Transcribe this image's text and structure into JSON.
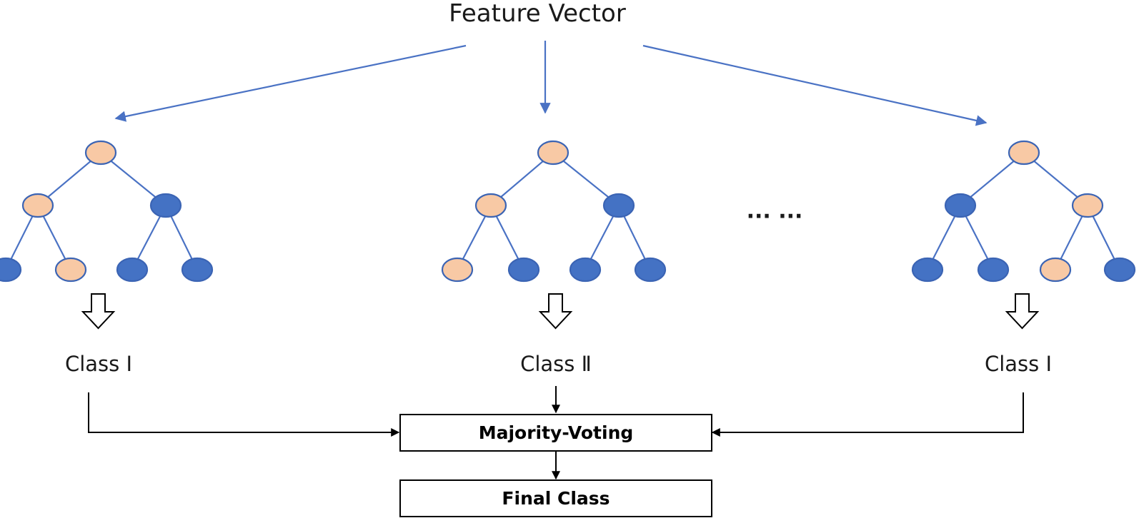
{
  "title": "Feature Vector",
  "colors": {
    "light_node": "#f8c9a5",
    "dark_node": "#4472c4",
    "node_stroke": "#3b64b4",
    "edge": "#4a72c4",
    "arrow": "#4a72c4",
    "box_border": "#000000"
  },
  "trees": [
    {
      "root": "light",
      "level1": [
        "light",
        "dark"
      ],
      "leaves": [
        "dark",
        "light",
        "dark",
        "dark"
      ],
      "class_label": "Class Ⅰ"
    },
    {
      "root": "light",
      "level1": [
        "light",
        "dark"
      ],
      "leaves": [
        "light",
        "dark",
        "dark",
        "dark"
      ],
      "class_label": "Class Ⅱ"
    },
    {
      "root": "light",
      "level1": [
        "dark",
        "light"
      ],
      "leaves": [
        "dark",
        "dark",
        "light",
        "dark"
      ],
      "class_label": "Class Ⅰ"
    }
  ],
  "ellipsis": "··· ···",
  "voting_box": "Majority-Voting",
  "final_box": "Final Class"
}
